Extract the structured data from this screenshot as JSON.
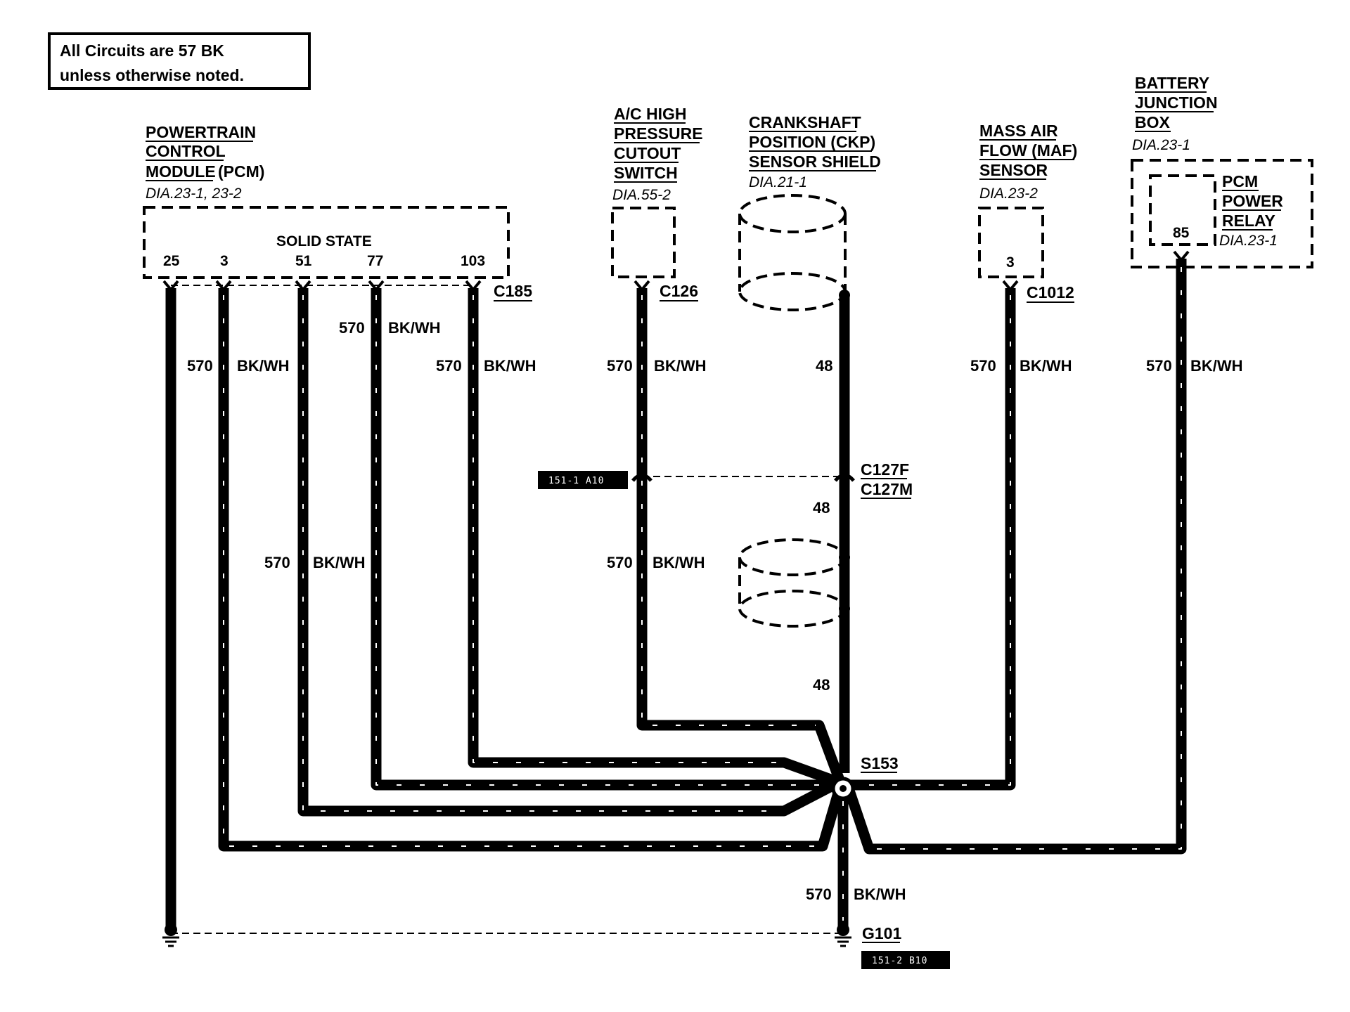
{
  "note": {
    "line1": "All Circuits are 57 BK",
    "line2": "unless otherwise noted."
  },
  "pcm": {
    "name_lines": [
      "POWERTRAIN",
      "CONTROL",
      "MODULE"
    ],
    "abbr": "(PCM)",
    "ref": "DIA.23-1,  23-2",
    "state": "SOLID STATE",
    "pins": [
      "25",
      "3",
      "51",
      "77",
      "103"
    ],
    "connector": "C185"
  },
  "ac_switch": {
    "name_lines": [
      "A/C HIGH",
      "PRESSURE",
      "CUTOUT",
      "SWITCH"
    ],
    "ref": "DIA.55-2",
    "connector": "C126"
  },
  "ckp": {
    "name_lines": [
      "CRANKSHAFT",
      "POSITION (CKP)",
      "SENSOR SHIELD"
    ],
    "ref": "DIA.21-1"
  },
  "maf": {
    "name_lines": [
      "MASS AIR",
      "FLOW (MAF)",
      "SENSOR"
    ],
    "ref": "DIA.23-2",
    "pin": "3",
    "connector": "C1012"
  },
  "bjb": {
    "name_lines": [
      "BATTERY",
      "JUNCTION",
      "BOX"
    ],
    "ref": "DIA.23-1",
    "relay_lines": [
      "PCM",
      "POWER",
      "RELAY"
    ],
    "relay_ref": "DIA.23-1",
    "pin": "85"
  },
  "wire": {
    "circuit": "570",
    "color": "BK/WH",
    "shield_circuit": "48"
  },
  "connectors": {
    "c127f": "C127F",
    "c127m": "C127M"
  },
  "splice": "S153",
  "ground": "G101",
  "page_refs": {
    "ref1": "151-1  A10",
    "ref2": "151-2  B10"
  }
}
